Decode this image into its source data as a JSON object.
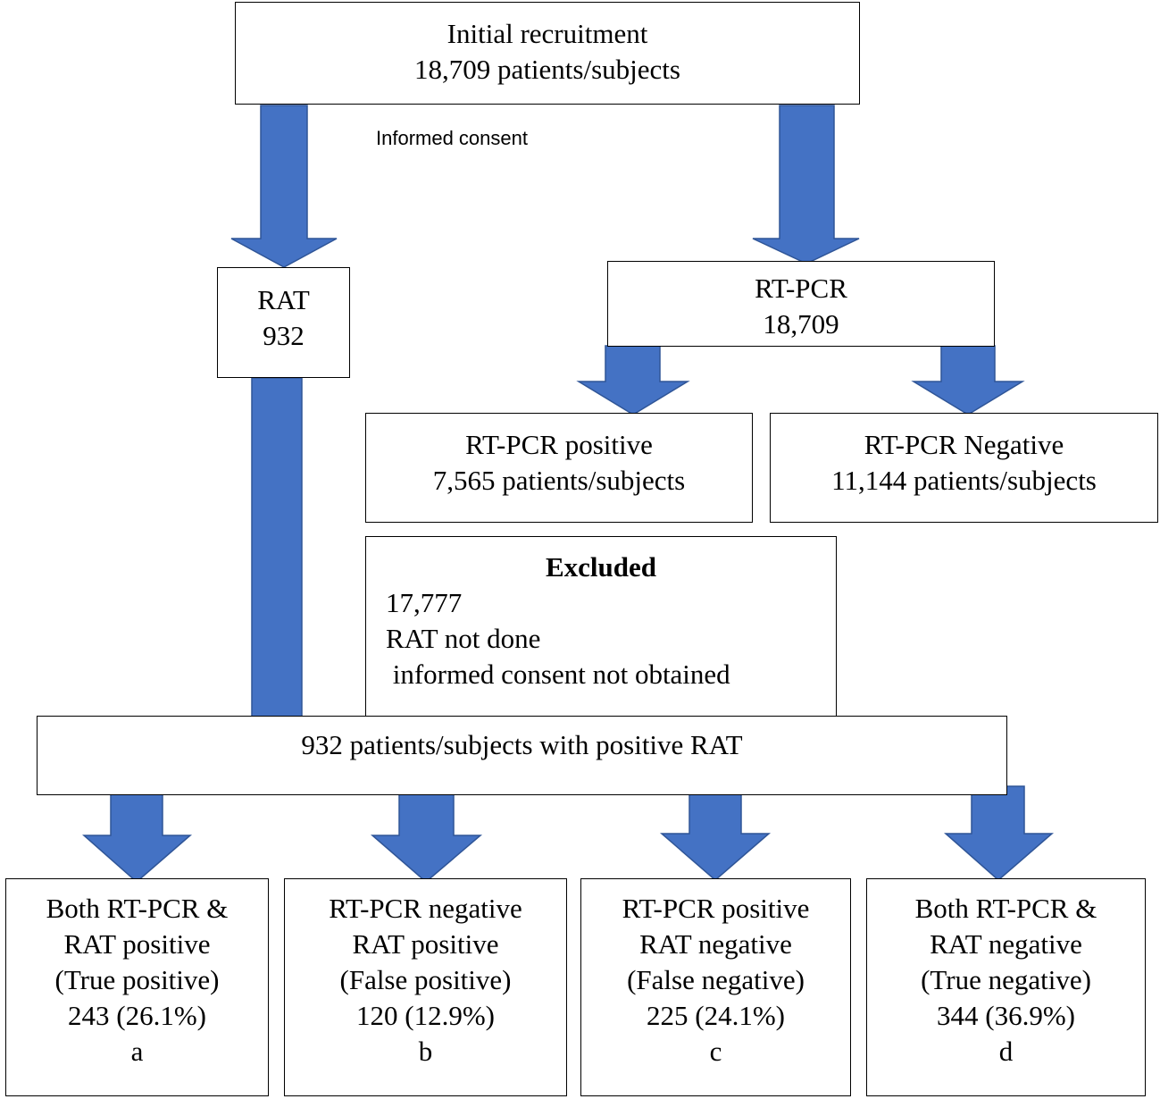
{
  "initial": {
    "title": "Initial recruitment",
    "count": "18,709 patients/subjects"
  },
  "consent_label": "Informed consent",
  "rat": {
    "label": "RAT",
    "count": "932"
  },
  "rtpcr": {
    "label": "RT-PCR",
    "count": "18,709"
  },
  "rtpcr_positive": {
    "label": "RT-PCR positive",
    "count": "7,565 patients/subjects"
  },
  "rtpcr_negative": {
    "label": "RT-PCR Negative",
    "count": "11,144 patients/subjects"
  },
  "excluded": {
    "title": "Excluded",
    "count": "17,777",
    "reason1": "RAT not done",
    "reason2": " informed consent not obtained"
  },
  "positive_rat": {
    "label": "932 patients/subjects with positive RAT"
  },
  "outcomes": [
    {
      "line1": "Both RT-PCR &",
      "line2": "RAT positive",
      "line3": "(True positive)",
      "count": "243 (26.1%)",
      "letter": "a"
    },
    {
      "line1": "RT-PCR negative",
      "line2": "RAT positive",
      "line3": "(False positive)",
      "count": "120 (12.9%)",
      "letter": "b"
    },
    {
      "line1": "RT-PCR positive",
      "line2": "RAT negative",
      "line3": "(False negative)",
      "count": "225 (24.1%)",
      "letter": "c"
    },
    {
      "line1": "Both RT-PCR &",
      "line2": "RAT negative",
      "line3": "(True negative)",
      "count": "344 (36.9%)",
      "letter": "d"
    }
  ],
  "colors": {
    "arrow_fill": "#4472c4",
    "arrow_stroke": "#2f5597",
    "box_border": "#000000"
  }
}
